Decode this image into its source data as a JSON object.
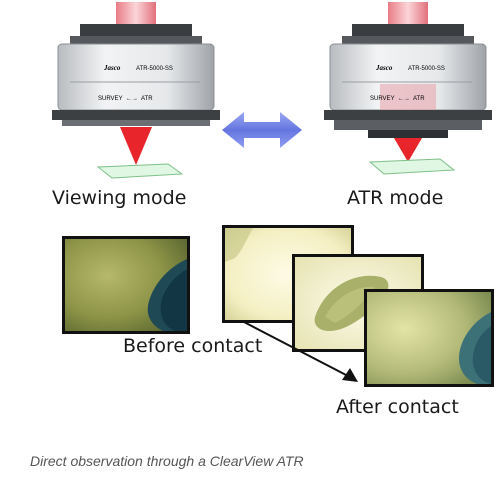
{
  "modes": {
    "left": {
      "label": "Viewing mode",
      "brand": "Jasco",
      "model": "ATR-5000-SS",
      "switch_left": "SURVEY",
      "switch_right": "ATR"
    },
    "right": {
      "label": "ATR mode",
      "brand": "Jasco",
      "model": "ATR-5000-SS",
      "switch_left": "SURVEY",
      "switch_right": "ATR"
    }
  },
  "photos": {
    "before_label": "Before contact",
    "after_label": "After contact"
  },
  "caption": "Direct observation through a ClearView ATR",
  "colors": {
    "beam": "#e8252a",
    "arrow": "#6b7fe0",
    "sample": "#d9f5df"
  }
}
